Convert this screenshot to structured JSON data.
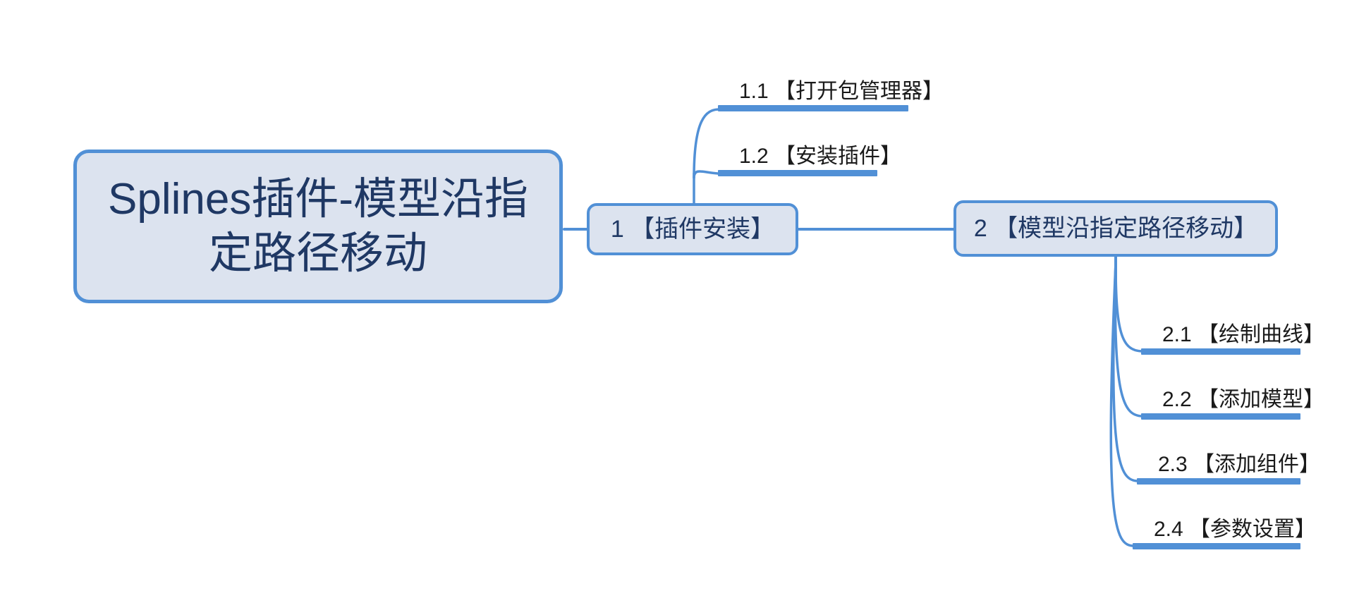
{
  "diagram": {
    "type": "mind-map",
    "title": "Splines插件-模型沿指定路径移动",
    "orientation": "left-to-right",
    "colors": {
      "node_fill": "#dce3ef",
      "node_border": "#5190d6",
      "connector": "#5190d6",
      "underline_bar": "#5190d6",
      "root_text": "#1f3864",
      "leaf_text": "#1a1a1a",
      "background": "#ffffff"
    },
    "root": {
      "id": "root",
      "label": "Splines插件-模型沿指定路径移动",
      "line1": "Splines插件-模型沿指",
      "line2": "定路径移动",
      "shape": "rounded-rect"
    },
    "branches": [
      {
        "id": "branch-1",
        "number": "1",
        "label": "1 【插件安装】",
        "shape": "rounded-rect",
        "children": [
          {
            "id": "node-1-1",
            "number": "1.1",
            "label": "1.1 【打开包管理器】",
            "shape": "underline"
          },
          {
            "id": "node-1-2",
            "number": "1.2",
            "label": "1.2 【安装插件】",
            "shape": "underline"
          }
        ]
      },
      {
        "id": "branch-2",
        "number": "2",
        "label": "2 【模型沿指定路径移动】",
        "shape": "rounded-rect",
        "children": [
          {
            "id": "node-2-1",
            "number": "2.1",
            "label": "2.1 【绘制曲线】",
            "shape": "underline"
          },
          {
            "id": "node-2-2",
            "number": "2.2",
            "label": "2.2 【添加模型】",
            "shape": "underline"
          },
          {
            "id": "node-2-3",
            "number": "2.3",
            "label": "2.3 【添加组件】",
            "shape": "underline"
          },
          {
            "id": "node-2-4",
            "number": "2.4",
            "label": "2.4 【参数设置】",
            "shape": "underline"
          }
        ]
      }
    ]
  }
}
